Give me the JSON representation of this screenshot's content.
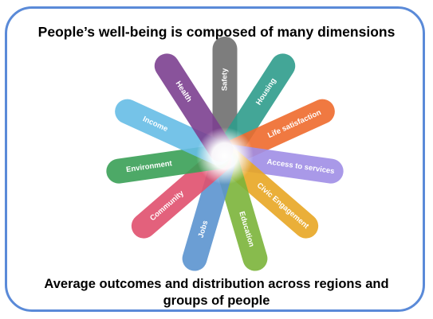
{
  "title": "People’s well-being is composed of many dimensions",
  "footer": {
    "line1": "Average outcomes and distribution across regions and",
    "line2": "groups of people"
  },
  "dimensions": [
    {
      "label": "Safety",
      "color": "#6f6f6f"
    },
    {
      "label": "Housing",
      "color": "#2f9c8c"
    },
    {
      "label": "Life satisfaction",
      "color": "#ee6a2c"
    },
    {
      "label": "Access to services",
      "color": "#a08ee6"
    },
    {
      "label": "Civic Engagement",
      "color": "#e8a624"
    },
    {
      "label": "Education",
      "color": "#7bb43a"
    },
    {
      "label": "Jobs",
      "color": "#5b94cf"
    },
    {
      "label": "Community",
      "color": "#e0506e"
    },
    {
      "label": "Environment",
      "color": "#3aa056"
    },
    {
      "label": "Income",
      "color": "#66bde6"
    },
    {
      "label": "Health",
      "color": "#7c4090"
    }
  ]
}
